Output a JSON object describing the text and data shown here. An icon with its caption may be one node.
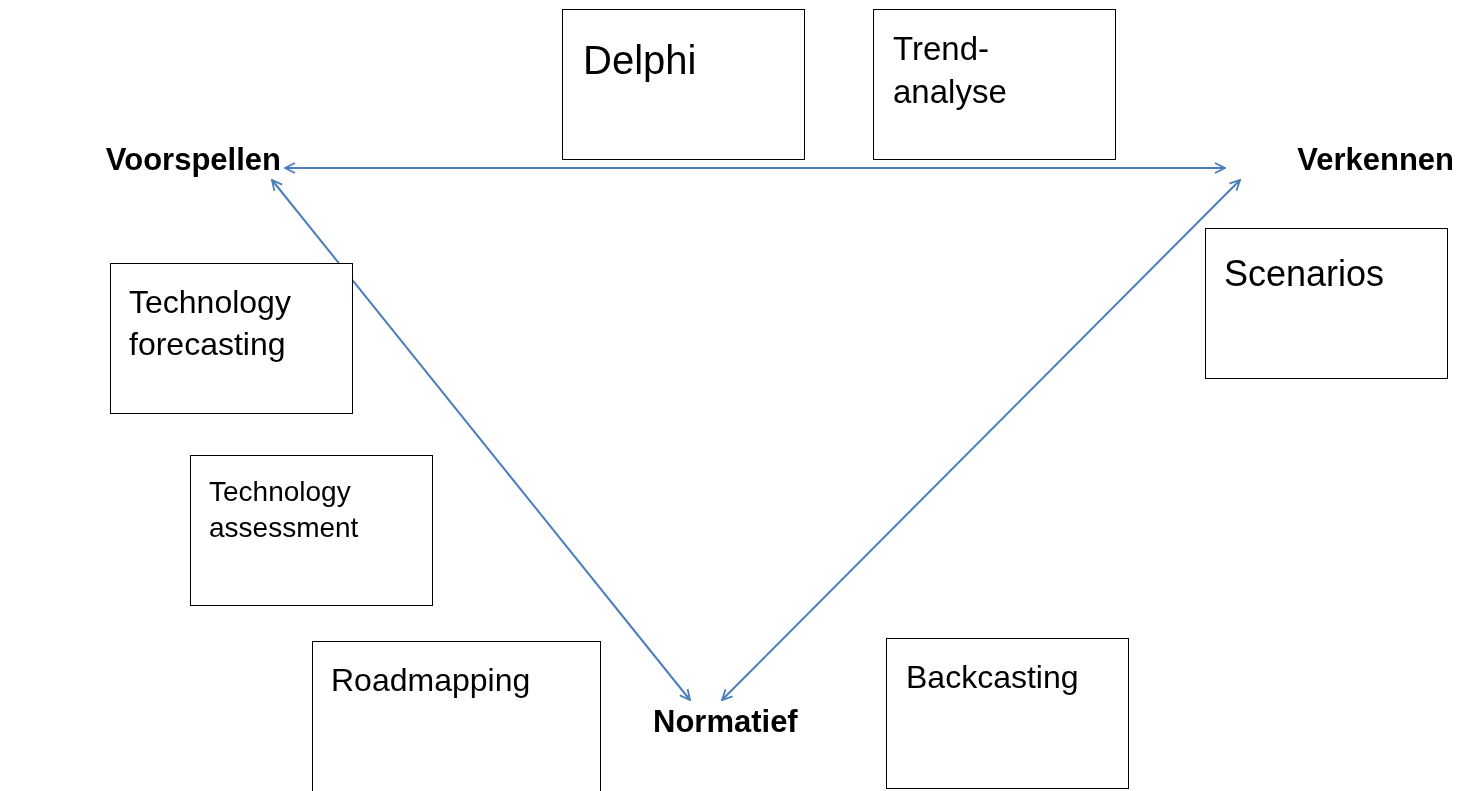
{
  "diagram": {
    "nodes": [
      {
        "text": [
          "Delphi"
        ]
      },
      {
        "text": [
          "Trend- analyse"
        ]
      },
      {
        "text": [
          "Voorspellen"
        ]
      },
      {
        "text": [
          "Verkennen"
        ]
      },
      {
        "text": [
          "Scenarios"
        ]
      },
      {
        "text": [
          "Technology forecasting"
        ]
      },
      {
        "text": [
          "Technology assessment"
        ]
      },
      {
        "text": [
          "Roadmapping"
        ]
      },
      {
        "text": [
          "Backcasting"
        ]
      },
      {
        "text": [
          "Normatief"
        ]
      }
    ],
    "edges": [
      {
        "from": 2,
        "to": 3,
        "arrow": "both"
      },
      {
        "from": 2,
        "to": 9,
        "arrow": "both"
      },
      {
        "from": 3,
        "to": 9,
        "arrow": "both"
      }
    ]
  }
}
